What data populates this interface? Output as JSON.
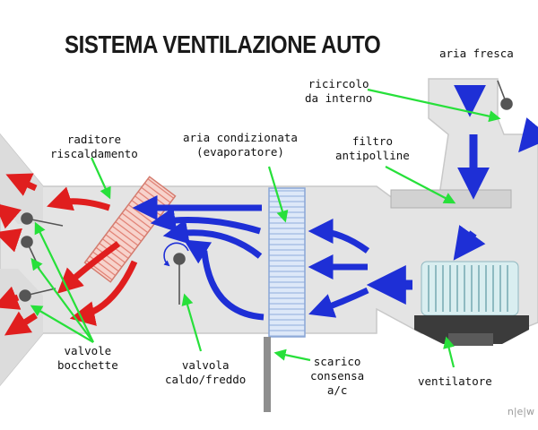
{
  "title": "SISTEMA VENTILAZIONE AUTO",
  "labels": {
    "aria_fresca": "aria fresca",
    "ricircolo": "ricircolo\nda interno",
    "filtro": "filtro\nantipolline",
    "aria_condizionata": "aria condizionata\n(evaporatore)",
    "radiatore": "raditore\nriscaldamento",
    "valvole": "valvole\nbocchette",
    "valvola_caldo": "valvola\ncaldo/freddo",
    "scarico": "scarico\nconsensa\na/c",
    "ventilatore": "ventilatore"
  },
  "watermark": "n|e|w",
  "colors": {
    "duct": "#e4e4e4",
    "duct_edge": "#c8c8c8",
    "cold_arrow": "#1e2fd6",
    "hot_arrow": "#e01e1e",
    "leader": "#27e03a",
    "radiator": "#f2b9b0",
    "evaporator": "#c7d8f2"
  },
  "icons": [
    "fan-blower-icon",
    "pivot-valve-icon",
    "arrow-icon"
  ]
}
